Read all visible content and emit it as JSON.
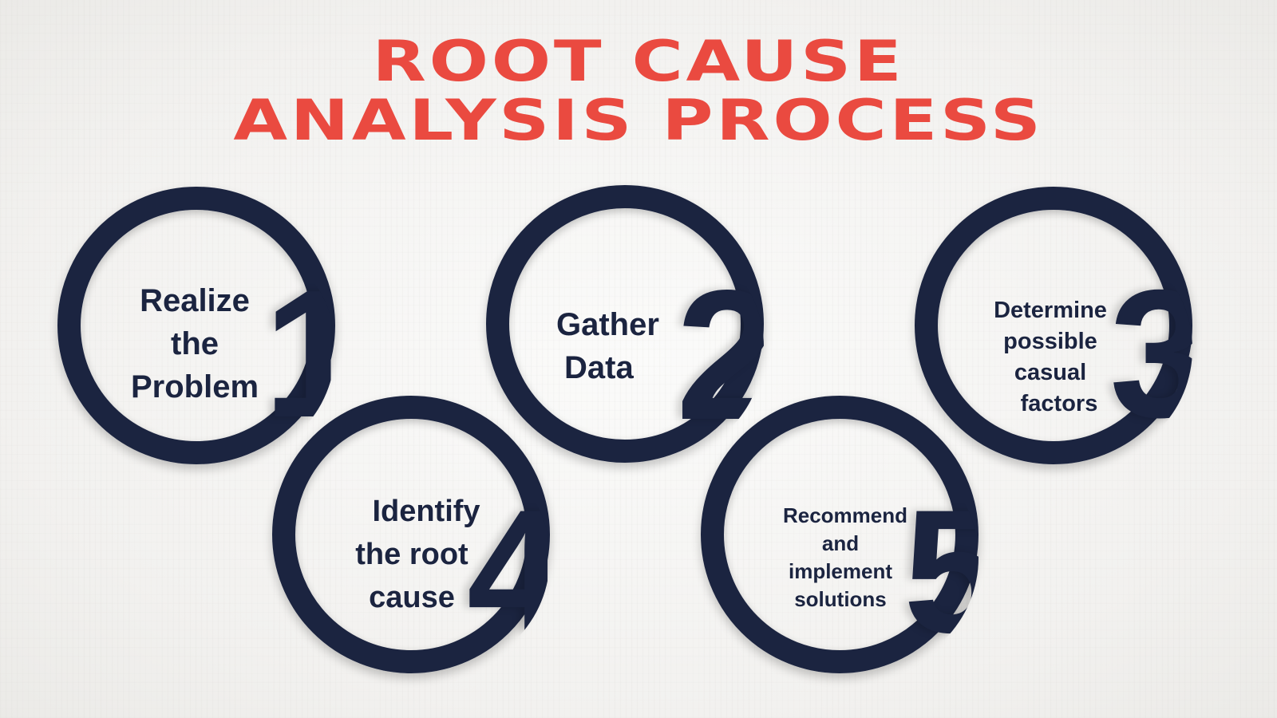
{
  "title": {
    "line1": "ROOT CAUSE",
    "line2": "ANALYSIS PROCESS",
    "color": "#ea4a40"
  },
  "ring_color": "#1b2440",
  "steps": [
    {
      "number": "1",
      "lines": [
        "Realize",
        "the",
        "Problem"
      ]
    },
    {
      "number": "2",
      "lines": [
        "Gather",
        "Data"
      ]
    },
    {
      "number": "3",
      "lines": [
        "Determine",
        "possible",
        "casual",
        "factors"
      ]
    },
    {
      "number": "4",
      "lines": [
        "Identify",
        "the root",
        "cause"
      ]
    },
    {
      "number": "5",
      "lines": [
        "Recommend",
        "and",
        "implement",
        "solutions"
      ]
    }
  ]
}
